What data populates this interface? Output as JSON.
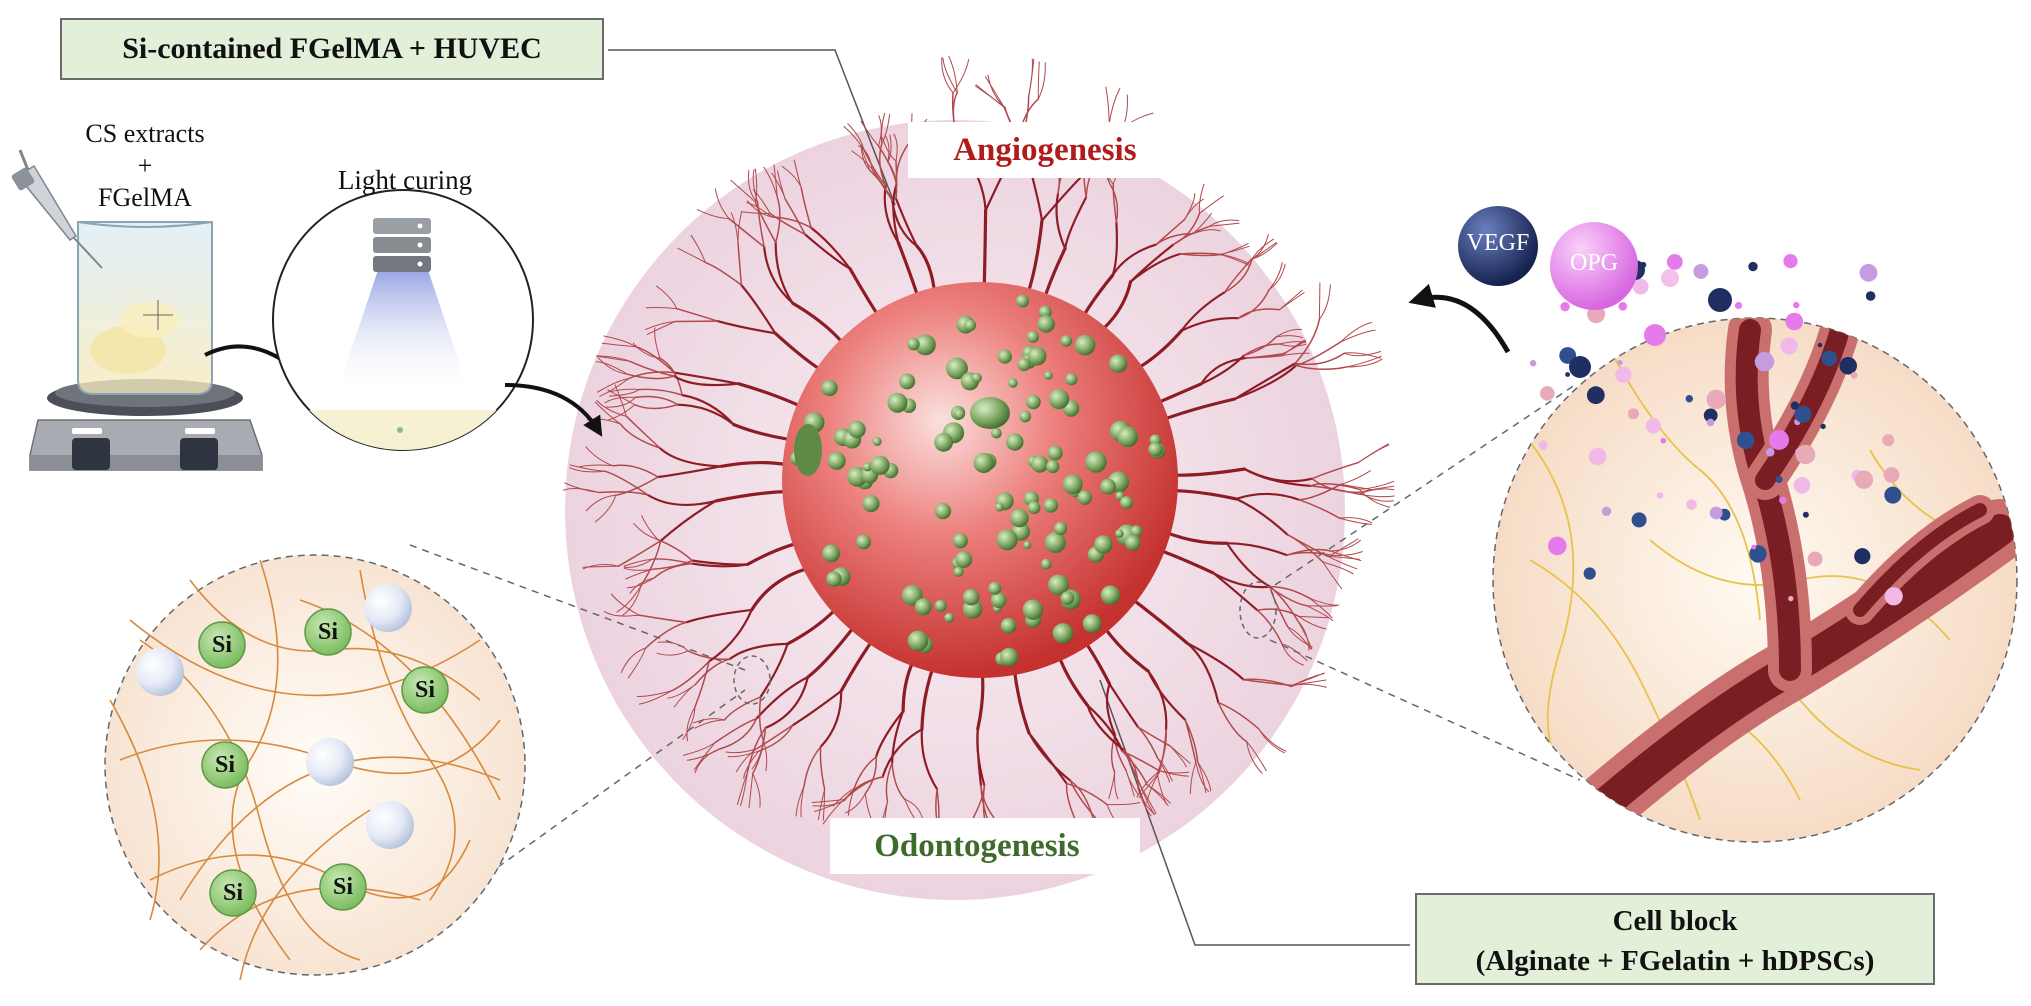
{
  "labels": {
    "top_box": "Si-contained FGelMA + HUVEC",
    "cs_extracts_line1": "CS extracts",
    "cs_extracts_plus": "+",
    "cs_extracts_line2": "FGelMA",
    "light_curing": "Light curing",
    "angiogenesis": "Angiogenesis",
    "odontogenesis": "Odontogenesis",
    "vegf": "VEGF",
    "opg": "OPG",
    "si": "Si",
    "cell_block_line1": "Cell block",
    "cell_block_line2": "(Alginate + FGelatin + hDPSCs)"
  },
  "colors": {
    "box_fill": "#e2efd9",
    "angiogenesis_text": "#b01c1c",
    "odontogenesis_text": "#3d6b2c",
    "vessel": "#8e1c24",
    "background_circle": "#f3e1ea",
    "vegf_sphere": "#1f2f62",
    "opg_sphere": "#e57bea",
    "si_particle": "#86c46d"
  },
  "icons": [
    "pipette-icon",
    "beaker-icon",
    "hotplate-icon",
    "lamp-icon",
    "curved-arrow-icon",
    "arrow-up-icon"
  ]
}
